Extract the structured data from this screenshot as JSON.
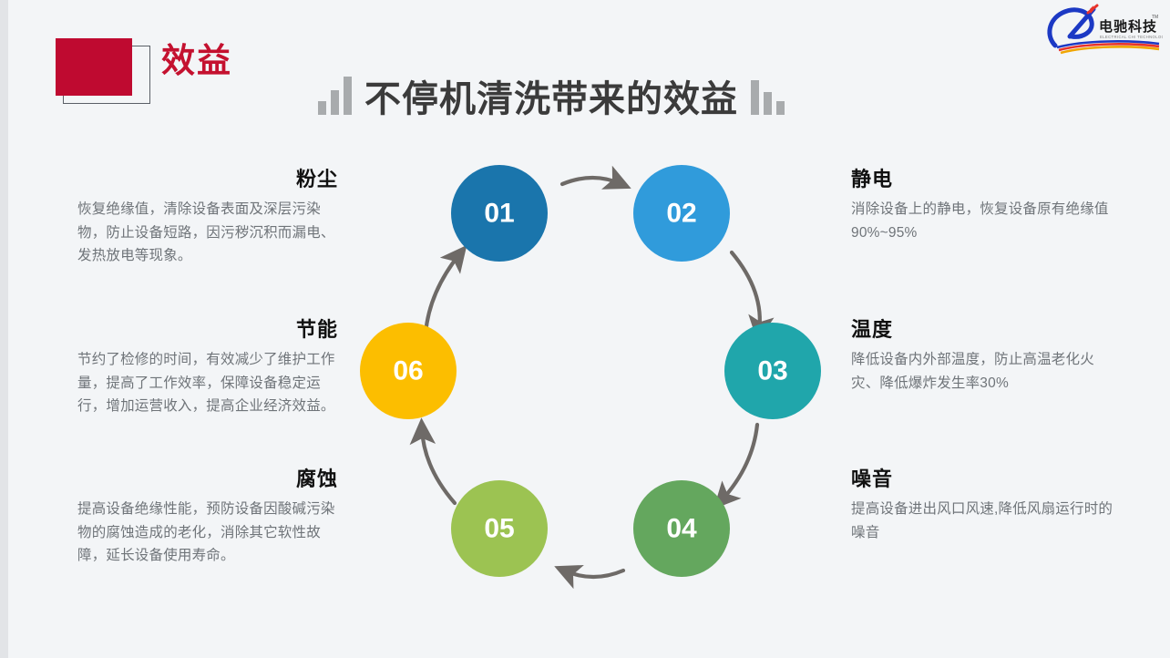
{
  "slide": {
    "background_color": "#f3f5f7",
    "badge": {
      "label": "效益",
      "fill_color": "#bf0a30"
    },
    "title": "不停机清洗带来的效益",
    "title_color": "#3b3b3b",
    "decor_bar_color": "#a8abad"
  },
  "logo": {
    "brand_cn": "电驰科技",
    "brand_en": "ELECTRICAL CHI TECHNOLOGY",
    "trademark": "TM",
    "mark_color": "#1c39c4"
  },
  "cycle": {
    "arrow_color": "#6e6a67",
    "nodes": [
      {
        "number": "01",
        "color": "#1a75ac"
      },
      {
        "number": "02",
        "color": "#309bdb"
      },
      {
        "number": "03",
        "color": "#20a6ab"
      },
      {
        "number": "04",
        "color": "#64a75e"
      },
      {
        "number": "05",
        "color": "#9cc352"
      },
      {
        "number": "06",
        "color": "#fcbe00"
      }
    ]
  },
  "blocks": {
    "dust": {
      "heading": "粉尘",
      "body": "恢复绝缘值，清除设备表面及深层污染物，防止设备短路，因污秽沉积而漏电、发热放电等现象。"
    },
    "energy": {
      "heading": "节能",
      "body": "节约了检修的时间，有效减少了维护工作量，提高了工作效率，保障设备稳定运行，增加运营收入，提高企业经济效益。"
    },
    "corrosion": {
      "heading": "腐蚀",
      "body": "提高设备绝缘性能，预防设备因酸碱污染物的腐蚀造成的老化，消除其它软性故障，延长设备使用寿命。"
    },
    "static": {
      "heading": "静电",
      "body": "消除设备上的静电，恢复设备原有绝缘值90%~95%"
    },
    "temperature": {
      "heading": "温度",
      "body": "降低设备内外部温度，防止高温老化火灾、降低爆炸发生率30%"
    },
    "noise": {
      "heading": "噪音",
      "body": "提高设备进出风口风速,降低风扇运行时的噪音"
    }
  }
}
